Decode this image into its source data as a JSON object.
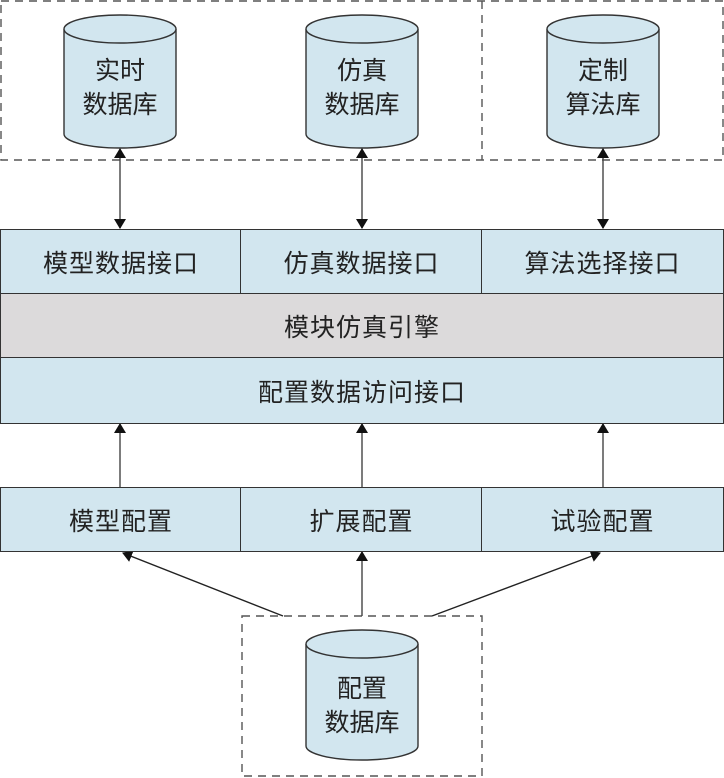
{
  "colors": {
    "box_fill": "#d2e6ef",
    "engine_fill": "#dcdadb",
    "stroke": "#333333",
    "dashed": "#555555"
  },
  "top_databases": [
    {
      "line1": "实时",
      "line2": "数据库"
    },
    {
      "line1": "仿真",
      "line2": "数据库"
    },
    {
      "line1": "定制",
      "line2": "算法库"
    }
  ],
  "interfaces": [
    "模型数据接口",
    "仿真数据接口",
    "算法选择接口"
  ],
  "engine": "模块仿真引擎",
  "config_access": "配置数据访问接口",
  "configs": [
    "模型配置",
    "扩展配置",
    "试验配置"
  ],
  "bottom_database": {
    "line1": "配置",
    "line2": "数据库"
  }
}
